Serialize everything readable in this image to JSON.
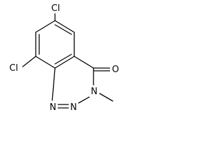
{
  "molecule": {
    "atoms": {
      "cl_top": "Cl",
      "cl_left": "Cl",
      "oxygen": "O",
      "n_methyl": "N",
      "n_middle": "N",
      "n_bottom": "N"
    }
  },
  "colors": {
    "bond": "#000000",
    "label": "#000000",
    "background": "#ffffff"
  }
}
